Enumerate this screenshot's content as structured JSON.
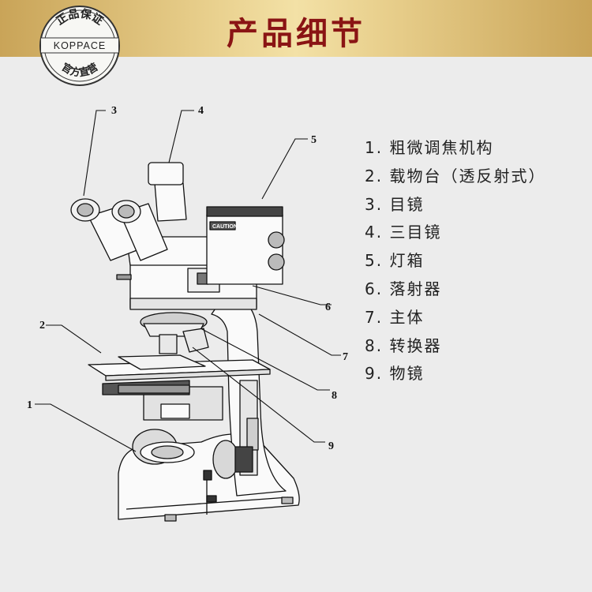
{
  "banner": {
    "title": "产品细节"
  },
  "seal": {
    "top_text": "正品保证",
    "brand": "KOPPACE",
    "bottom_text": "官方直营"
  },
  "callouts": [
    "1",
    "2",
    "3",
    "4",
    "5",
    "6",
    "7",
    "8",
    "9"
  ],
  "legend": [
    "1. 粗微调焦机构",
    "2. 载物台（透反射式）",
    "3. 目镜",
    "4. 三目镜",
    "5. 灯箱",
    "6. 落射器",
    "7. 主体",
    "8. 转换器",
    "9. 物镜"
  ],
  "device_labels": {
    "caution": "CAUTION"
  },
  "colors": {
    "banner_gold": "#e8cf8c",
    "title_red": "#8a1414",
    "background": "#ececec"
  }
}
